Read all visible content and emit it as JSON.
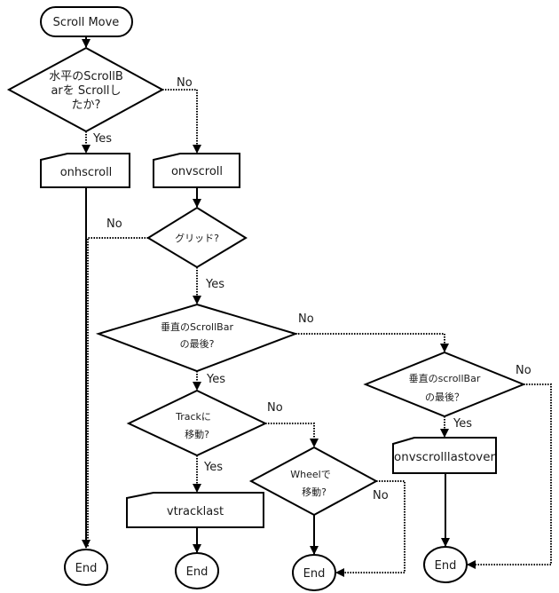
{
  "diagram": {
    "title": "Scroll Move",
    "nodes": {
      "start": {
        "type": "terminator",
        "label": "Scroll Move"
      },
      "q_horizontal": {
        "type": "decision",
        "lines": [
          "水平のScrollB",
          "arを  Scrollし",
          "たか?"
        ]
      },
      "onhscroll": {
        "type": "manual-input",
        "label": "onhscroll"
      },
      "onvscroll": {
        "type": "manual-input",
        "label": "onvscroll"
      },
      "q_grid": {
        "type": "decision",
        "lines": [
          "グリッド?"
        ]
      },
      "q_vertical_last": {
        "type": "decision",
        "lines": [
          "垂直のScrollBar",
          "の最後?"
        ]
      },
      "q_track": {
        "type": "decision",
        "lines": [
          "Trackに",
          "移動?"
        ]
      },
      "vtracklast": {
        "type": "manual-input",
        "label": "vtracklast"
      },
      "q_wheel": {
        "type": "decision",
        "lines": [
          "Wheelで",
          "移動?"
        ]
      },
      "q_vertical_last2": {
        "type": "decision",
        "lines": [
          "垂直のscrollBar",
          "の最後？"
        ]
      },
      "onvscrolllastover": {
        "type": "manual-input",
        "label": "onvscrolllastover"
      },
      "end1": {
        "type": "terminator",
        "label": "End"
      },
      "end2": {
        "type": "terminator",
        "label": "End"
      },
      "end3": {
        "type": "terminator",
        "label": "End"
      },
      "end4": {
        "type": "terminator",
        "label": "End"
      }
    },
    "edges": [
      {
        "from": "start",
        "to": "q_horizontal",
        "label": ""
      },
      {
        "from": "q_horizontal",
        "to": "onhscroll",
        "label": "Yes"
      },
      {
        "from": "q_horizontal",
        "to": "onvscroll",
        "label": "No"
      },
      {
        "from": "onhscroll",
        "to": "end1",
        "label": ""
      },
      {
        "from": "onvscroll",
        "to": "q_grid",
        "label": ""
      },
      {
        "from": "q_grid",
        "to": "end1",
        "label": "No"
      },
      {
        "from": "q_grid",
        "to": "q_vertical_last",
        "label": "Yes"
      },
      {
        "from": "q_vertical_last",
        "to": "q_track",
        "label": "Yes"
      },
      {
        "from": "q_vertical_last",
        "to": "q_vertical_last2",
        "label": "No"
      },
      {
        "from": "q_track",
        "to": "vtracklast",
        "label": "Yes"
      },
      {
        "from": "q_track",
        "to": "q_wheel",
        "label": "No"
      },
      {
        "from": "vtracklast",
        "to": "end2",
        "label": ""
      },
      {
        "from": "q_wheel",
        "to": "end3",
        "label": ""
      },
      {
        "from": "q_wheel",
        "to": "end3",
        "label": "No"
      },
      {
        "from": "q_vertical_last2",
        "to": "onvscrolllastover",
        "label": "Yes"
      },
      {
        "from": "q_vertical_last2",
        "to": "end4",
        "label": "No"
      },
      {
        "from": "onvscrolllastover",
        "to": "end4",
        "label": ""
      }
    ],
    "labels": {
      "yes": "Yes",
      "no": "No"
    }
  }
}
